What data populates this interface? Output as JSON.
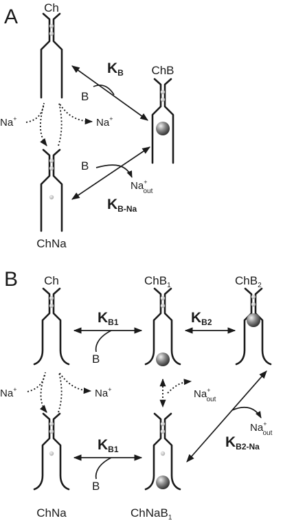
{
  "panel_a": {
    "letter": "A",
    "ch": "Ch",
    "chb": "ChB",
    "chna": "ChNa",
    "kb": {
      "main": "K",
      "sub": "B"
    },
    "kbna": {
      "main": "K",
      "sub": "B-Na"
    },
    "b_upper": "B",
    "b_lower": "B",
    "na_left": "Na",
    "na_right": "Na",
    "na_out": "Na",
    "plus": "+",
    "out": "out"
  },
  "panel_b": {
    "letter": "B",
    "ch": "Ch",
    "chb1": {
      "main": "ChB",
      "sub": "1"
    },
    "chb2": {
      "main": "ChB",
      "sub": "2"
    },
    "chna": "ChNa",
    "chnab1": {
      "main": "ChNaB",
      "sub": "1"
    },
    "kb1_top": {
      "main": "K",
      "sub": "B1"
    },
    "kb2": {
      "main": "K",
      "sub": "B2"
    },
    "kb1_bottom": {
      "main": "K",
      "sub": "B1"
    },
    "kb2na": {
      "main": "K",
      "sub": "B2-Na"
    },
    "b_top": "B",
    "b_bottom": "B",
    "na_left": "Na",
    "na_right": "Na",
    "na_out_mid": "Na",
    "na_out_right": "Na",
    "plus": "+",
    "out": "out"
  },
  "colors": {
    "ink": "#1a1a1a",
    "ion_light": "#c9c9c9",
    "blocker_dark": "#3a3a3a"
  }
}
